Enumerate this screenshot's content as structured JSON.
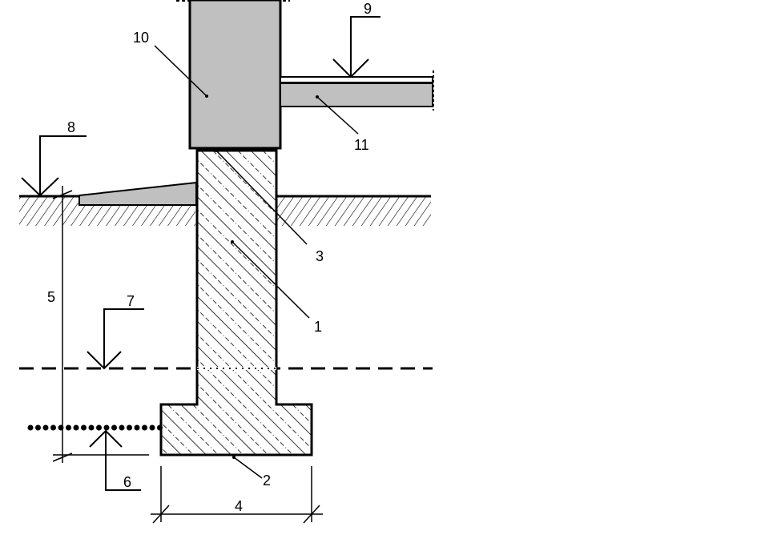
{
  "labels": {
    "n1": "1",
    "n2": "2",
    "n3": "3",
    "n4": "4",
    "n5": "5",
    "n6": "6",
    "n7": "7",
    "n8": "8",
    "n9": "9",
    "n10": "10",
    "n11": "11"
  },
  "colors": {
    "line": "#000000",
    "concrete_fill": "#c0c0c0",
    "background": "#ffffff"
  }
}
